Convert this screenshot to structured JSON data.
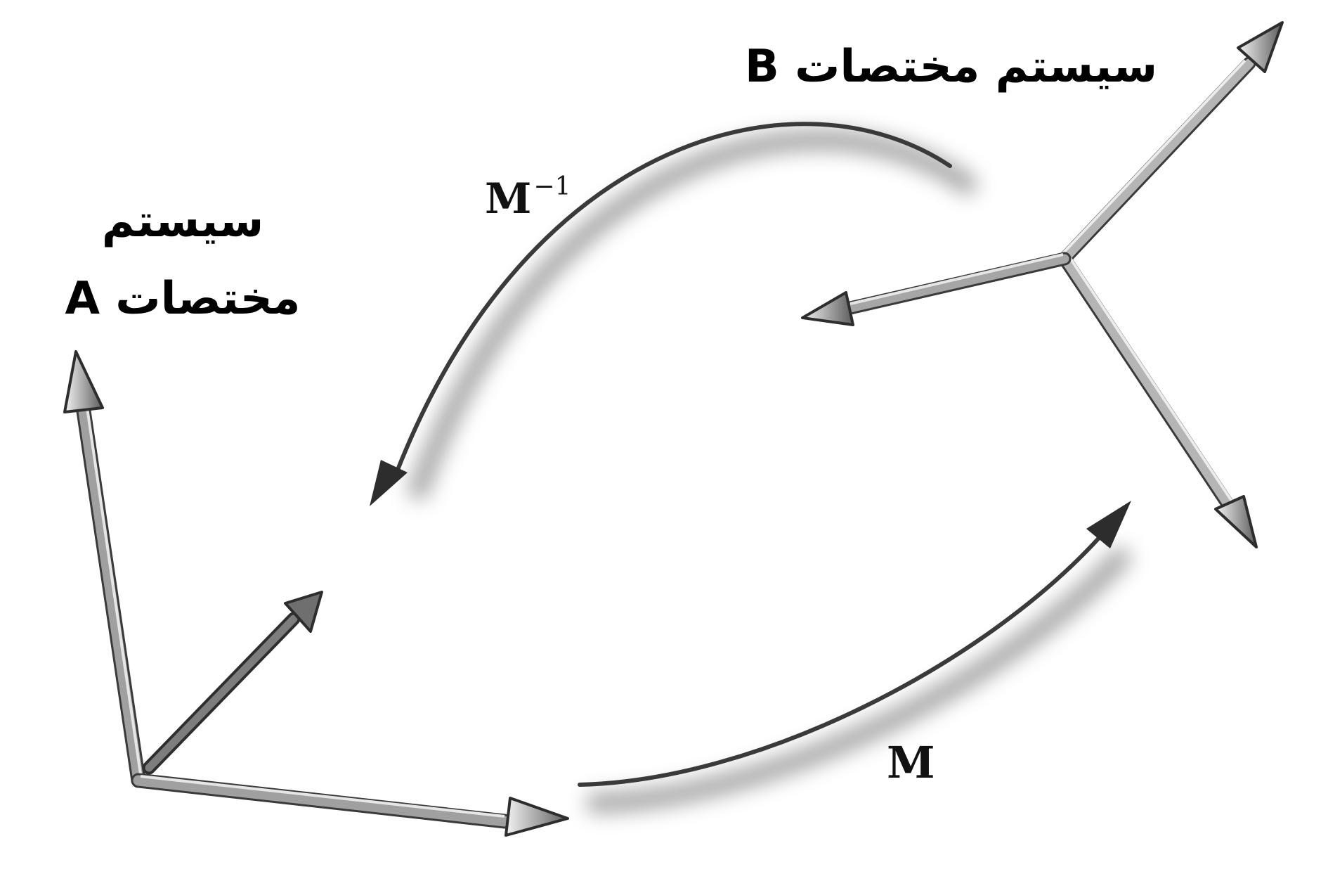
{
  "system_b": {
    "label": "سیستم مختصات B"
  },
  "system_a": {
    "line1": "سیستم",
    "line2": "مختصات A"
  },
  "transform_forward": {
    "label": "M"
  },
  "transform_inverse": {
    "base": "M",
    "superscript": "−1"
  }
}
